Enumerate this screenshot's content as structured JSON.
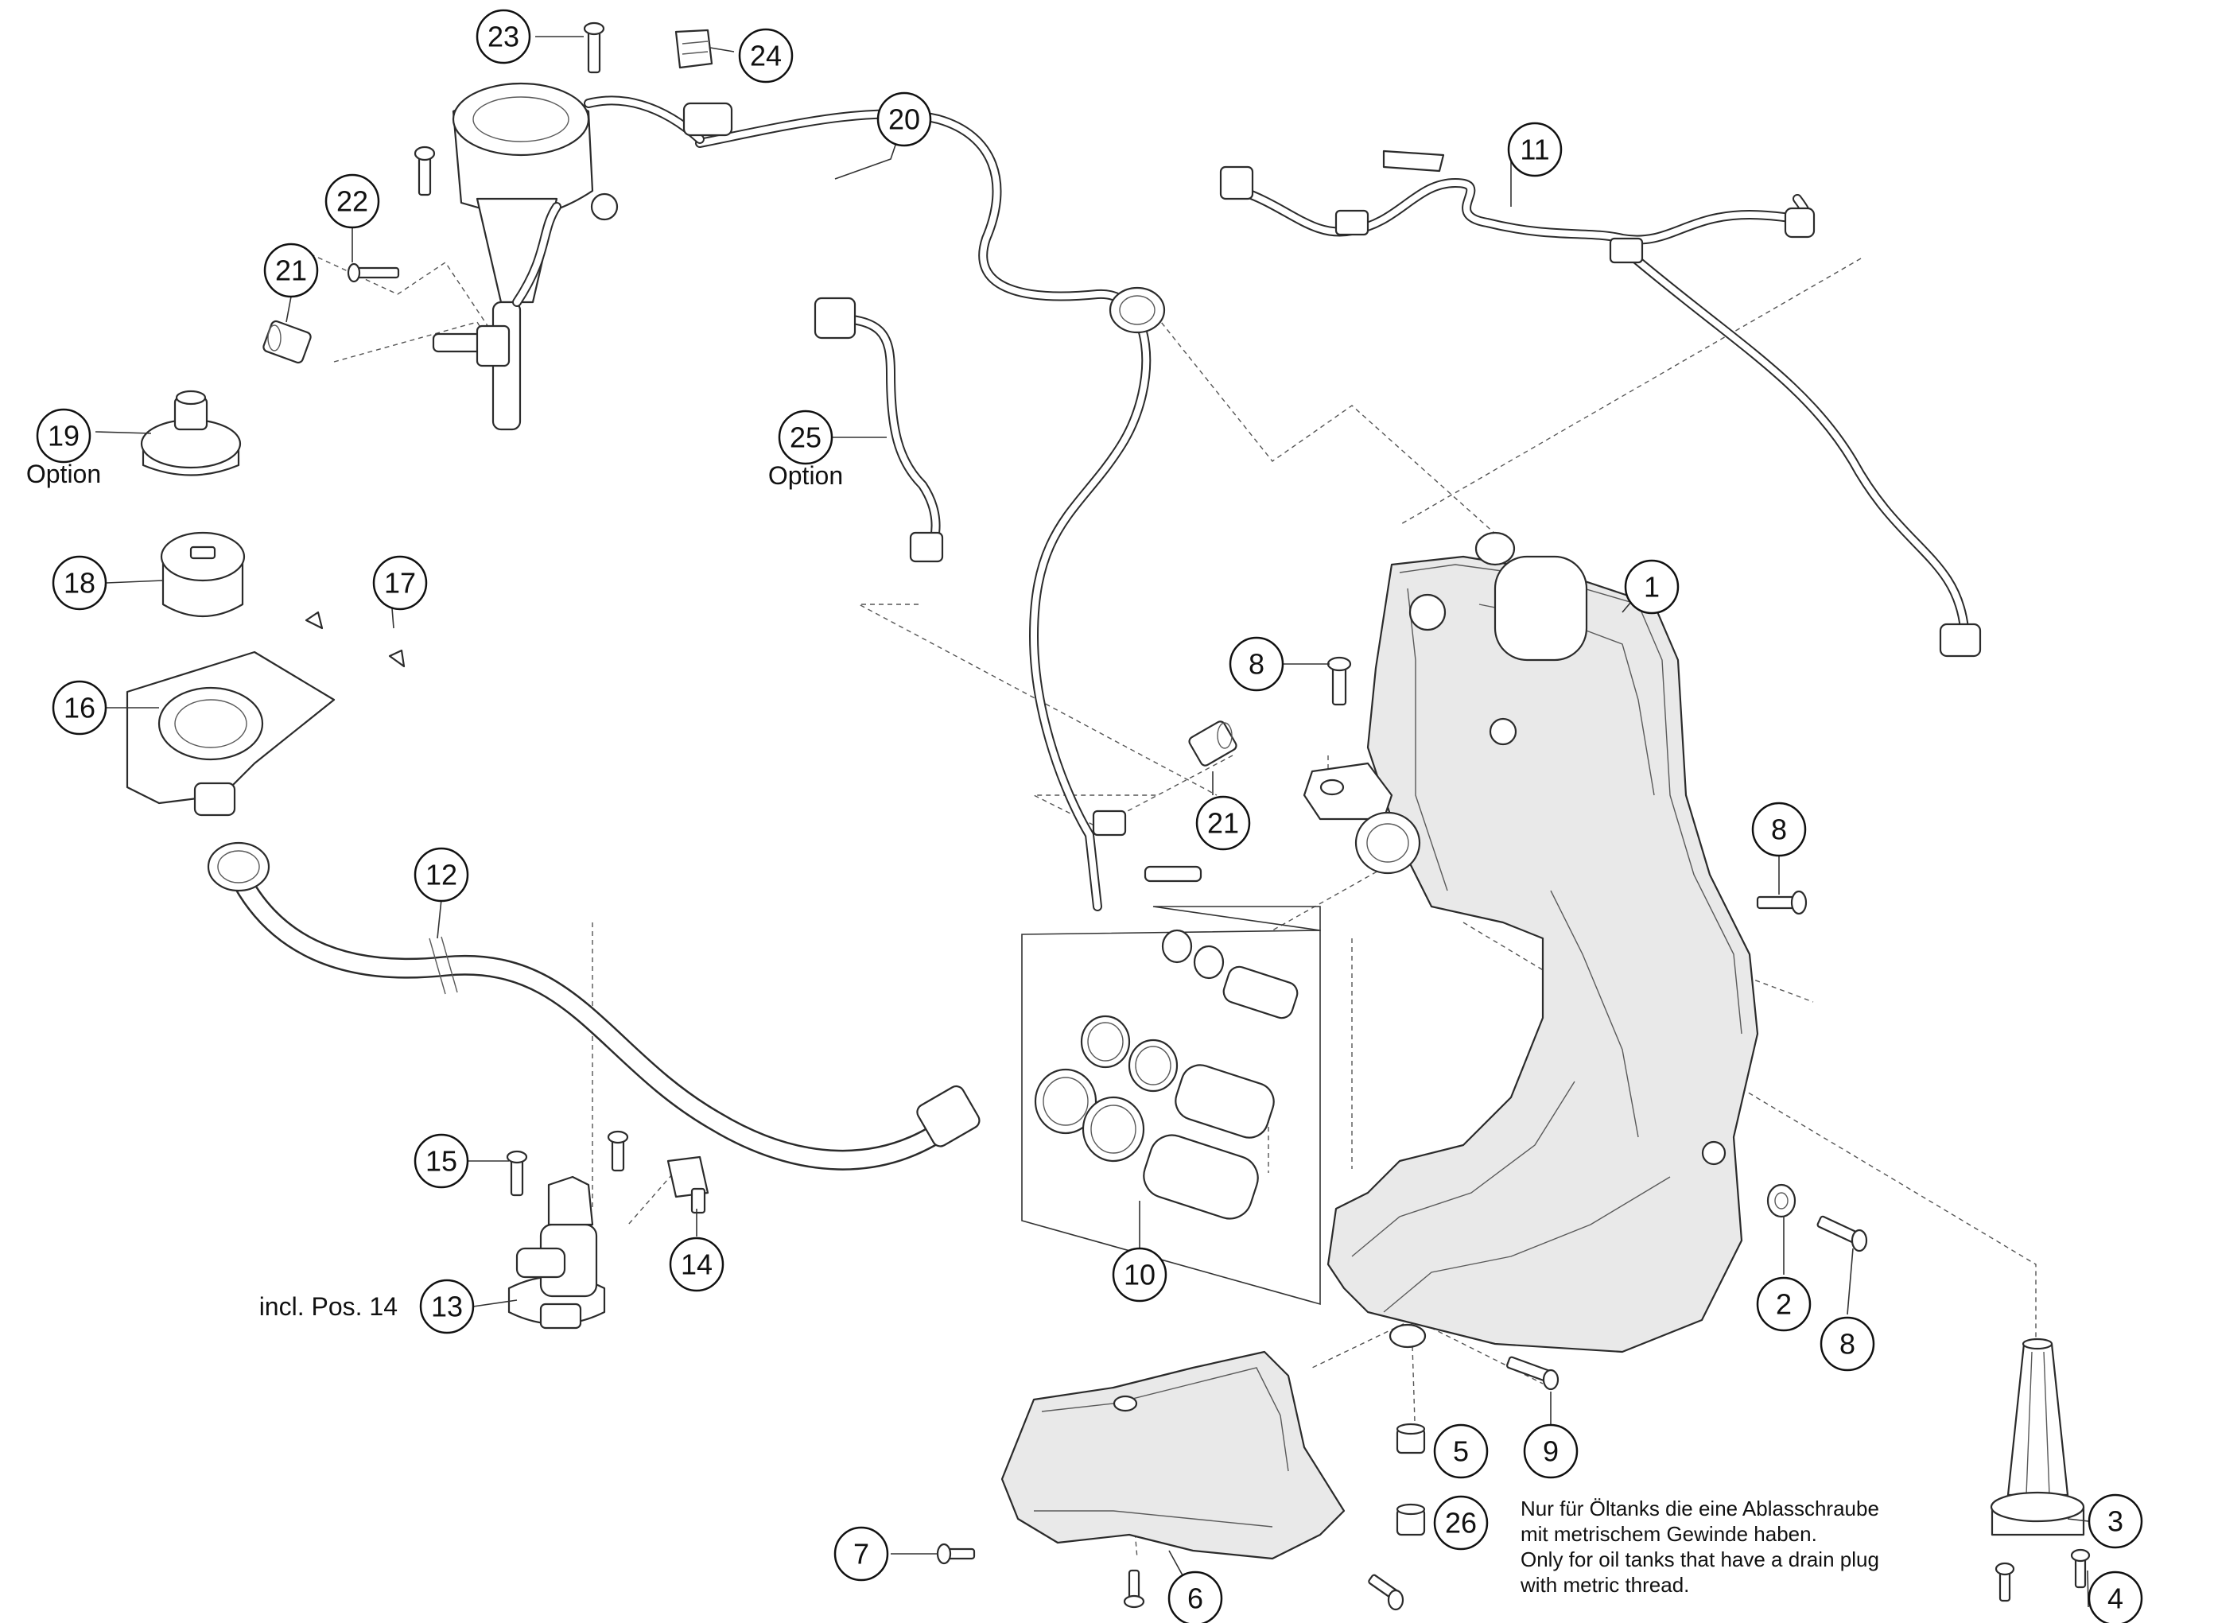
{
  "callouts": {
    "c1": "1",
    "c2": "2",
    "c3": "3",
    "c4": "4",
    "c5": "5",
    "c6": "6",
    "c7": "7",
    "c8a": "8",
    "c8b": "8",
    "c8c": "8",
    "c9": "9",
    "c10": "10",
    "c11": "11",
    "c12": "12",
    "c13": "13",
    "c14": "14",
    "c15": "15",
    "c16": "16",
    "c17": "17",
    "c18": "18",
    "c19": "19",
    "c20": "20",
    "c21a": "21",
    "c21b": "21",
    "c22": "22",
    "c23": "23",
    "c24": "24",
    "c25": "25",
    "c26": "26"
  },
  "labels": {
    "option_19": "Option",
    "option_25": "Option",
    "incl_pos_14": "incl. Pos. 14"
  },
  "note": {
    "line1": "Nur für Öltanks die eine Ablasschraube",
    "line2": "mit metrischem Gewinde haben.",
    "line3": "Only for oil tanks that have a drain plug",
    "line4": "with metric thread."
  }
}
